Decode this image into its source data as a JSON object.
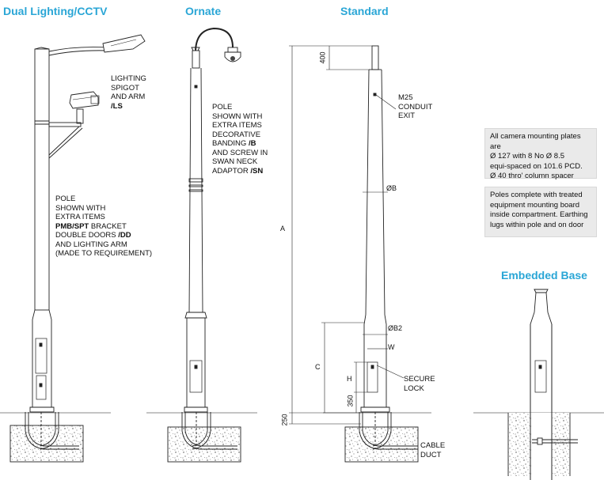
{
  "titles": {
    "dual": "Dual Lighting/CCTV",
    "ornate": "Ornate",
    "standard": "Standard",
    "embedded": "Embedded Base"
  },
  "dual_notes": {
    "lighting_1": "LIGHTING",
    "lighting_2": "SPIGOT",
    "lighting_3": "AND ARM",
    "lighting_code": "/LS",
    "pole_1": "POLE",
    "pole_2": "SHOWN WITH",
    "pole_3": "EXTRA ITEMS",
    "pole_4_code": "PMB/SPT",
    "pole_4_text": " BRACKET",
    "pole_5_text": "DOUBLE DOORS ",
    "pole_5_code": "/DD",
    "pole_6": "AND LIGHTING ARM",
    "pole_7": "(MADE TO REQUIREMENT)"
  },
  "ornate_notes": {
    "l1": "POLE",
    "l2": "SHOWN WITH",
    "l3": "EXTRA ITEMS",
    "l4": "DECORATIVE",
    "l5_text": "BANDING ",
    "l5_code": "/B",
    "l6": "AND SCREW IN",
    "l7": "SWAN NECK",
    "l8_text": "ADAPTOR ",
    "l8_code": "/SN"
  },
  "standard_labels": {
    "dim_400": "400",
    "conduit_1": "M25",
    "conduit_2": "CONDUIT",
    "conduit_3": "EXIT",
    "dia_b": "ØB",
    "dim_a": "A",
    "dia_b2": "ØB2",
    "dim_w": "W",
    "dim_c": "C",
    "dim_h": "H",
    "lock_1": "SECURE",
    "lock_2": "LOCK",
    "dim_350": "350",
    "dim_250": "250",
    "duct_1": "CABLE",
    "duct_2": "DUCT"
  },
  "info_box_1": {
    "l1": "All camera mounting plates are",
    "l2": "Ø  127 with 8 No Ø 8.5",
    "l3": "equi-spaced on 101.6 PCD.",
    "l4": "Ø  40 thro' column spacer"
  },
  "info_box_2": {
    "l1": "Poles complete with treated",
    "l2": "equipment mounting board",
    "l3": "inside compartment. Earthing",
    "l4": "lugs within pole and on door"
  },
  "colors": {
    "title": "#2aa6d6",
    "box_bg": "#eaeaea"
  }
}
